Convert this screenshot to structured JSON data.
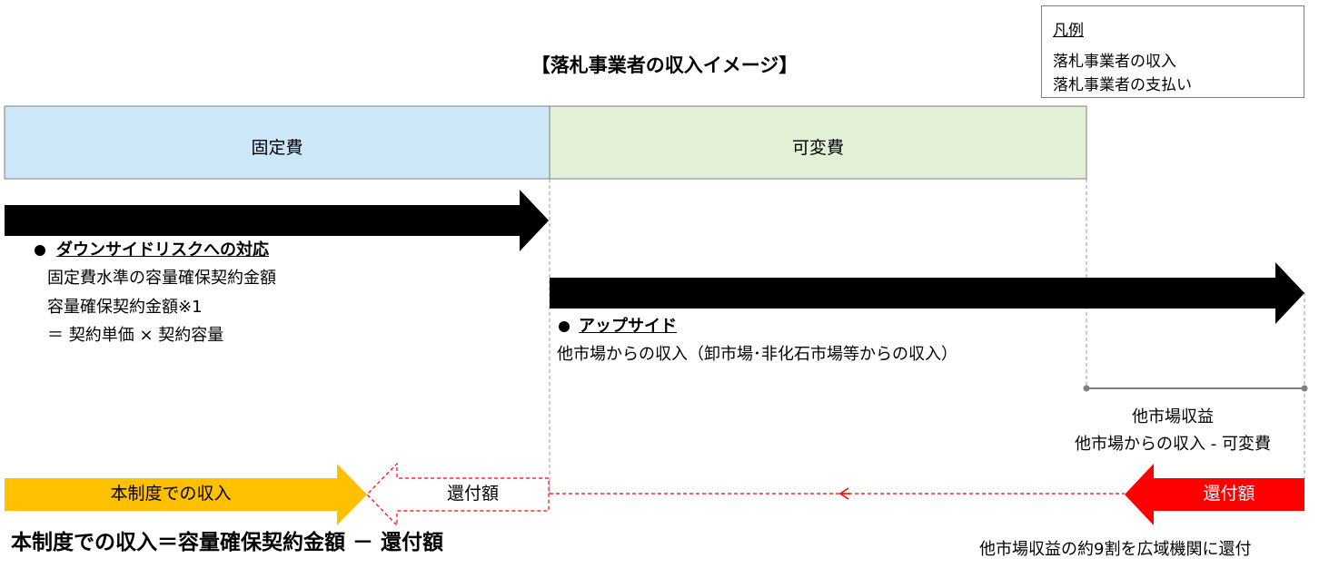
{
  "title": "【落札事業者の収入イメージ】",
  "legend": {
    "title": "凡例",
    "items": [
      {
        "label": "落札事業者の収入",
        "color": "#000000"
      },
      {
        "label": "落札事業者の支払い",
        "color": "#ff0000"
      }
    ]
  },
  "boxes": {
    "fixed_cost": {
      "label": "固定費",
      "color": "#cce8f8"
    },
    "variable_cost": {
      "label": "可変費",
      "color": "#e2f0d5"
    }
  },
  "downside": {
    "heading": "ダウンサイドリスクへの対応",
    "line1": "固定費水準の容量確保契約金額",
    "line2": "容量確保契約金額※1",
    "line3": "＝ 契約単価 × 契約容量"
  },
  "upside": {
    "heading": "アップサイド",
    "line1": "他市場からの収入（卸市場･非化石市場等からの収入）"
  },
  "profit": {
    "line1": "他市場収益",
    "line2": "他市場からの収入 - 可変費"
  },
  "arrows": {
    "income_label": "本制度での収入",
    "income_color": "#ffc000",
    "refund_label": "還付額",
    "refund_red_label": "還付額",
    "refund_red_color": "#ff0000"
  },
  "formula": "本制度での収入＝容量確保契約金額 － 還付額",
  "refund_note": "他市場収益の約9割を広域機関に還付"
}
